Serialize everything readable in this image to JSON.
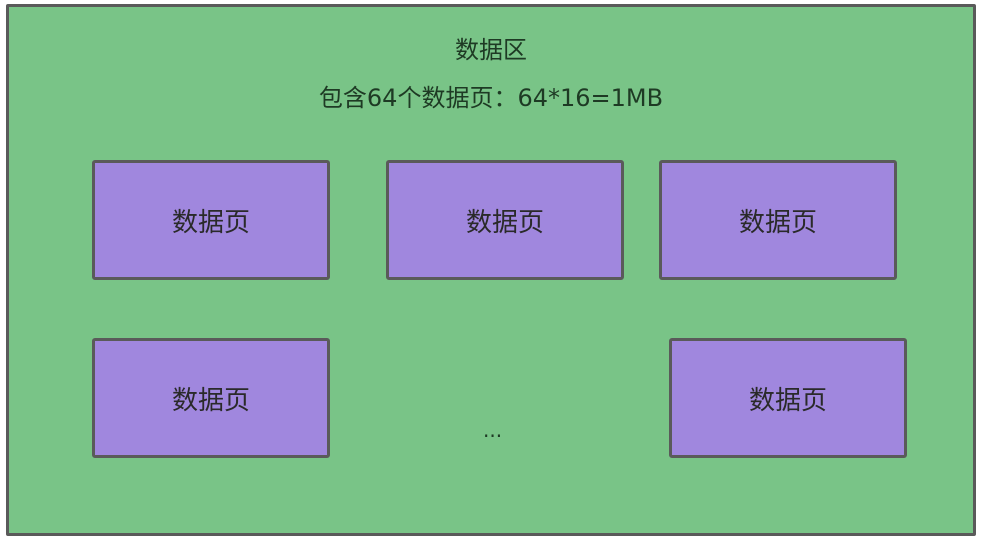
{
  "region": {
    "title": "数据区",
    "subtitle": "包含64个数据页：64*16=1MB",
    "colors": {
      "background": "#79c487",
      "border": "#5a5a5a"
    }
  },
  "pages": [
    {
      "label": "数据页"
    },
    {
      "label": "数据页"
    },
    {
      "label": "数据页"
    },
    {
      "label": "数据页"
    },
    {
      "label": "数据页"
    }
  ],
  "page_color": "#a087de",
  "ellipsis": "..."
}
